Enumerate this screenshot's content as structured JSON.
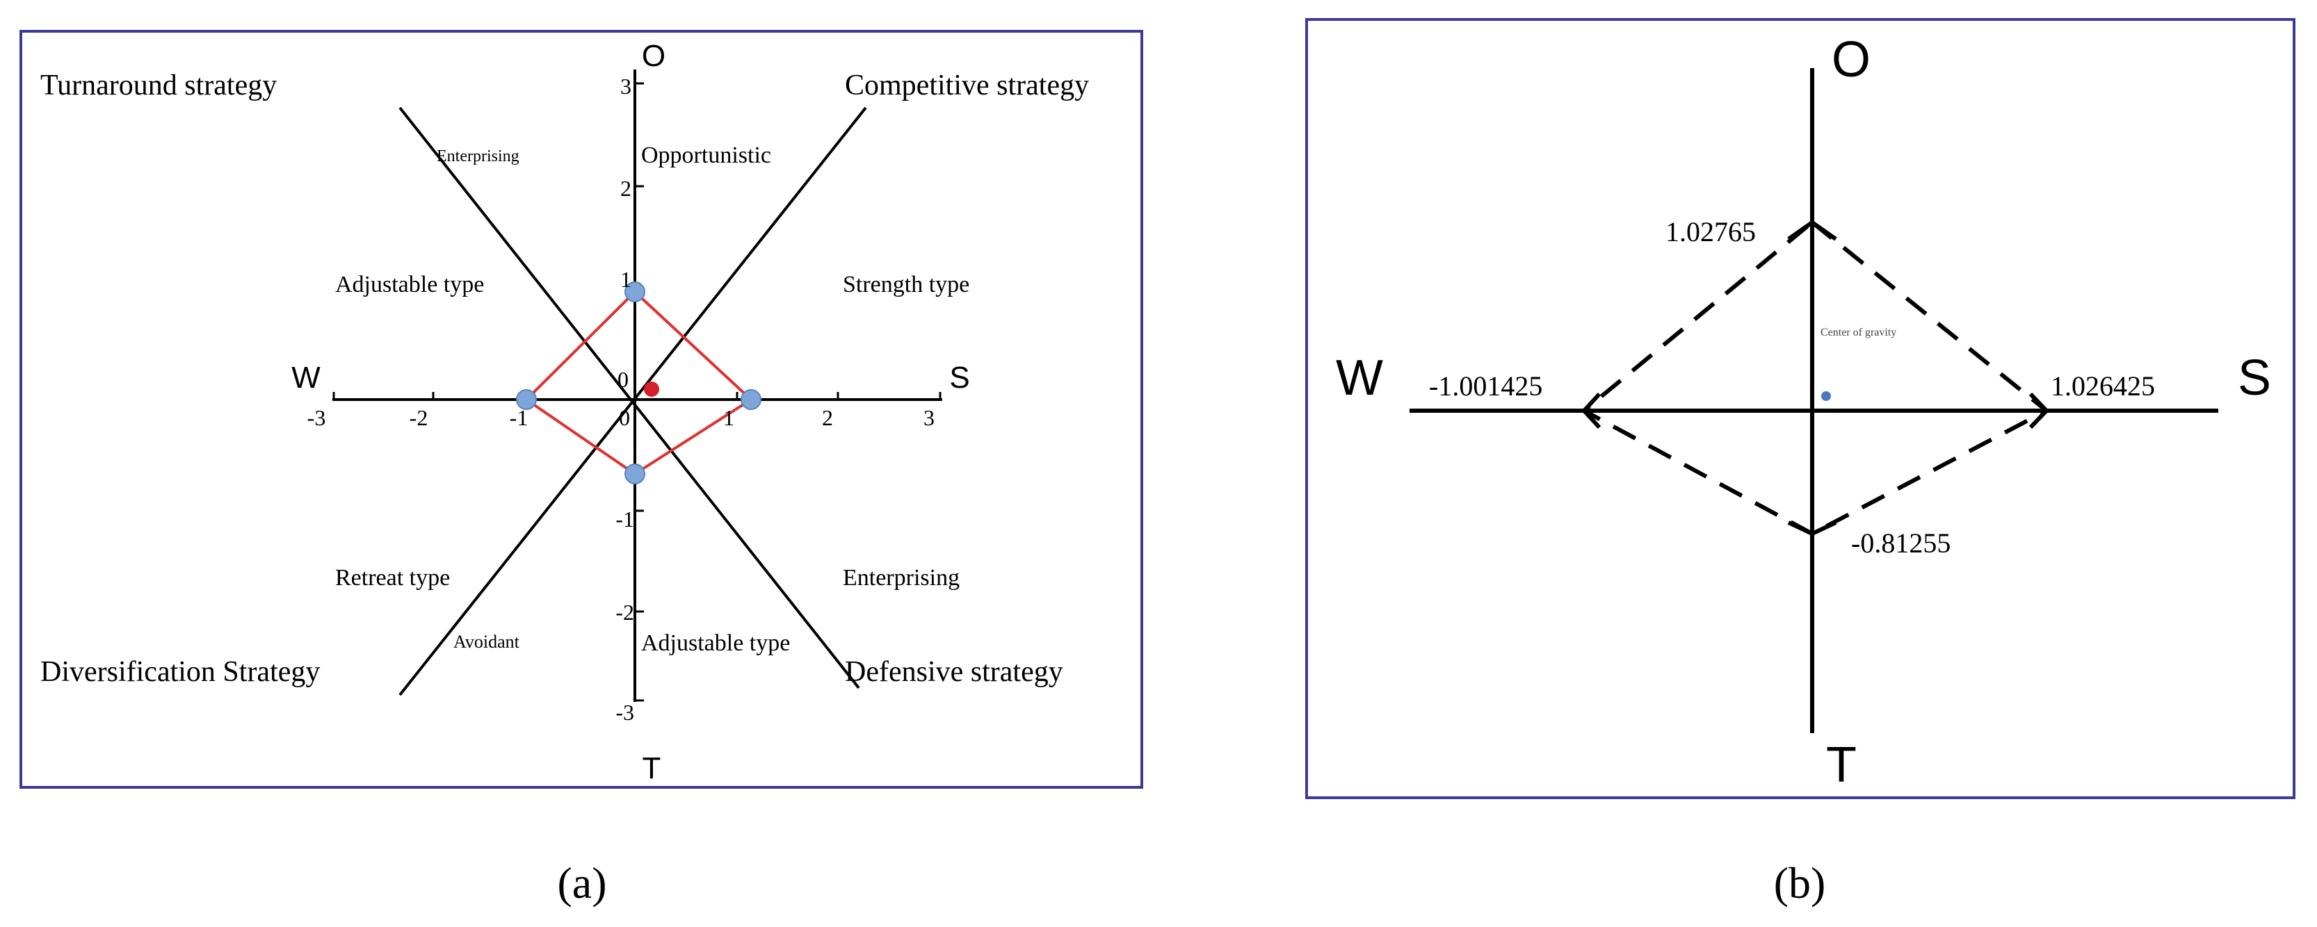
{
  "panel_a": {
    "caption": "(a)",
    "axis_labels": {
      "top": "O",
      "bottom": "T",
      "left": "W",
      "right": "S"
    },
    "origin_labels": [
      "0",
      "0"
    ],
    "x_ticks": [
      "-3",
      "-2",
      "-1",
      "1",
      "2",
      "3"
    ],
    "y_ticks": [
      "3",
      "2",
      "1",
      "-1",
      "-2",
      "-3"
    ],
    "strategies": {
      "top_left": "Turnaround strategy",
      "top_right": "Competitive strategy",
      "bottom_left": "Diversification Strategy",
      "bottom_right": "Defensive strategy"
    },
    "types": {
      "enterprising_upper": "Enterprising",
      "opportunistic": "Opportunistic",
      "adjustable_left": "Adjustable type",
      "strength": "Strength type",
      "retreat": "Retreat type",
      "avoidant": "Avoidant",
      "adjustable_bottom": "Adjustable type",
      "enterprising_lower": "Enterprising"
    },
    "colors": {
      "diamond": "#e03030",
      "points": "#7fa6d8",
      "center": "#d4202a",
      "frame": "#3a3a9a"
    }
  },
  "panel_b": {
    "caption": "(b)",
    "axis_labels": {
      "top": "O",
      "bottom": "T",
      "left": "W",
      "right": "S"
    },
    "values": {
      "top": "1.02765",
      "left": "-1.001425",
      "right": "1.026425",
      "bottom": "-0.81255"
    },
    "center_label": "Center of gravity",
    "colors": {
      "center": "#4a78c0",
      "frame": "#3a3a9a"
    }
  }
}
